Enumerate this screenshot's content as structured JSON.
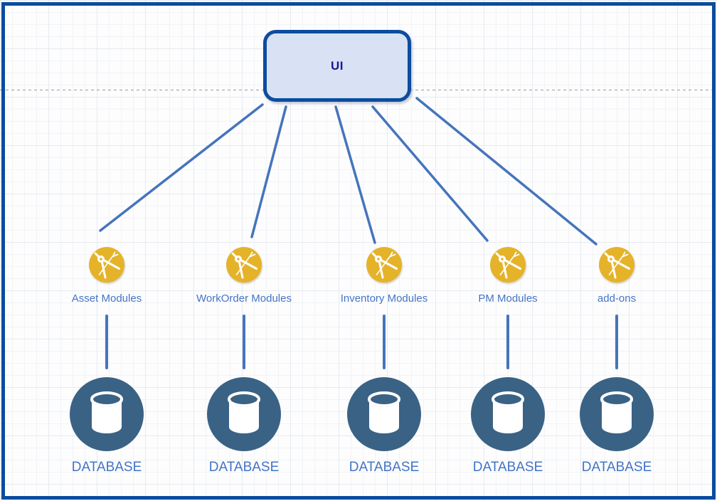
{
  "root_node": {
    "label": "UI"
  },
  "module_nodes": [
    {
      "label": "Asset Modules",
      "icon": "compass-icon"
    },
    {
      "label": "WorkOrder Modules",
      "icon": "compass-icon"
    },
    {
      "label": "Inventory Modules",
      "icon": "compass-icon"
    },
    {
      "label": "PM Modules",
      "icon": "compass-icon"
    },
    {
      "label": "add-ons",
      "icon": "compass-icon"
    }
  ],
  "database_nodes": [
    {
      "label": "DATABASE",
      "icon": "database-icon"
    },
    {
      "label": "DATABASE",
      "icon": "database-icon"
    },
    {
      "label": "DATABASE",
      "icon": "database-icon"
    },
    {
      "label": "DATABASE",
      "icon": "database-icon"
    },
    {
      "label": "DATABASE",
      "icon": "database-icon"
    }
  ],
  "colors": {
    "frame_border": "#0b4c9f",
    "root_fill": "#d8e2f4",
    "root_border": "#0d4c9e",
    "root_text": "#16169b",
    "module_circle": "#e5b32a",
    "database_circle": "#3a6285",
    "connector": "#4674bc",
    "label_text": "#4374c8",
    "dashed_guide": "#9a9a9a"
  }
}
